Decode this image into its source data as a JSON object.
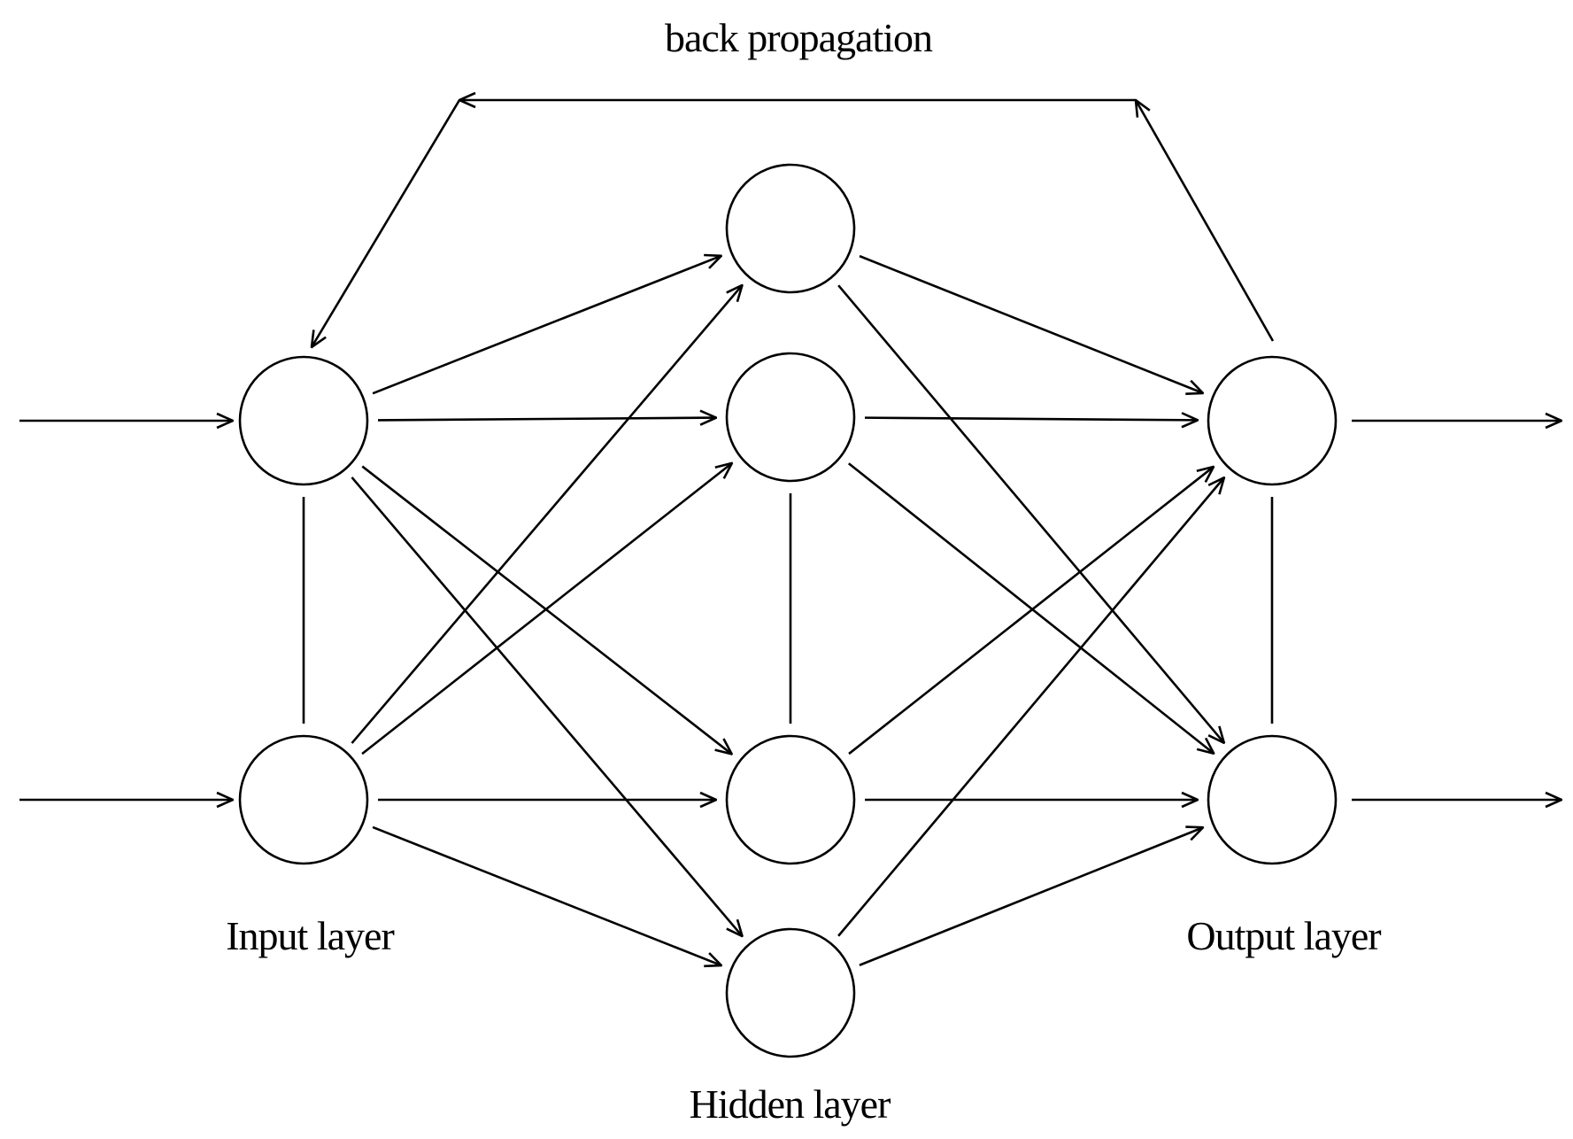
{
  "labels": {
    "back_propagation": "back propagation",
    "input_layer": "Input layer",
    "hidden_layer": "Hidden layer",
    "output_layer": "Output layer"
  },
  "layers": {
    "input": {
      "node_count": 2
    },
    "hidden": {
      "node_count": 4
    },
    "output": {
      "node_count": 2
    }
  },
  "connections": {
    "inputs_to_hidden": "all-to-all",
    "hidden_to_output": "all-to-all",
    "external_inputs": 2,
    "external_outputs": 2
  },
  "colors": {
    "stroke": "#000000",
    "background": "#ffffff"
  }
}
